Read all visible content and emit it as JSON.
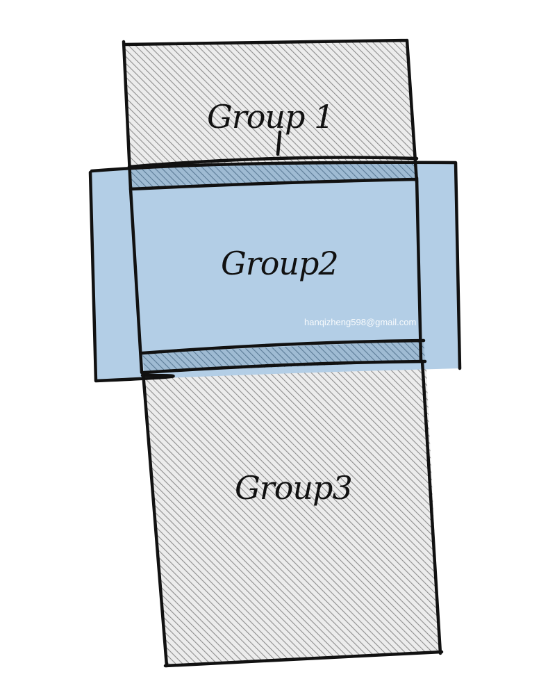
{
  "diagram": {
    "groups": [
      {
        "id": "group1",
        "label": "Group 1",
        "fill": "hatch-gray"
      },
      {
        "id": "group2",
        "label": "Group2",
        "fill": "#b3cee6"
      },
      {
        "id": "group3",
        "label": "Group3",
        "fill": "hatch-gray"
      }
    ],
    "watermark": "hanqizheng598@gmail.com",
    "colors": {
      "hatch_background": "#ececec",
      "hatch_lines": "#8e8e8e",
      "group2_fill": "#b3cee6",
      "overlap_fill": "#7b9ab4",
      "outline": "#111111"
    }
  }
}
